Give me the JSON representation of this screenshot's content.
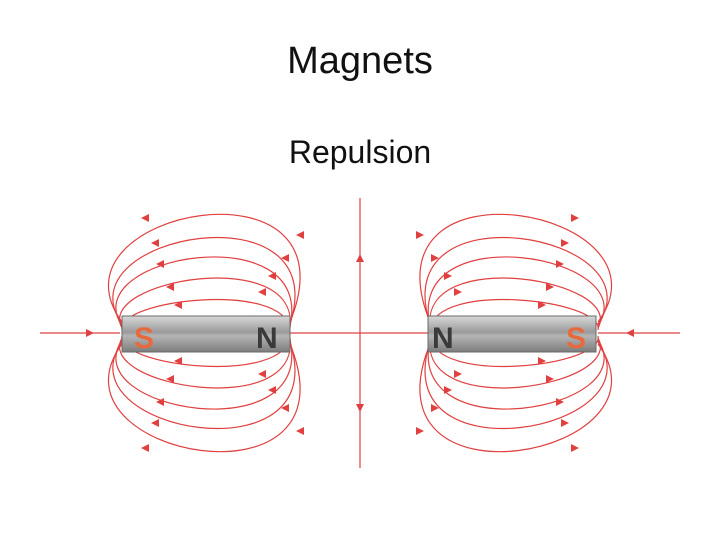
{
  "slide": {
    "title": "Magnets",
    "subtitle": "Repulsion"
  },
  "magnets": {
    "left": {
      "left_pole": "S",
      "right_pole": "N"
    },
    "right": {
      "left_pole": "N",
      "right_pole": "S"
    }
  },
  "colors": {
    "field_line": "#e04040",
    "south_pole": "#e86a3c",
    "north_pole": "#3a3a3a",
    "magnet_body": "#a9a9a9",
    "title_text": "#111111"
  }
}
